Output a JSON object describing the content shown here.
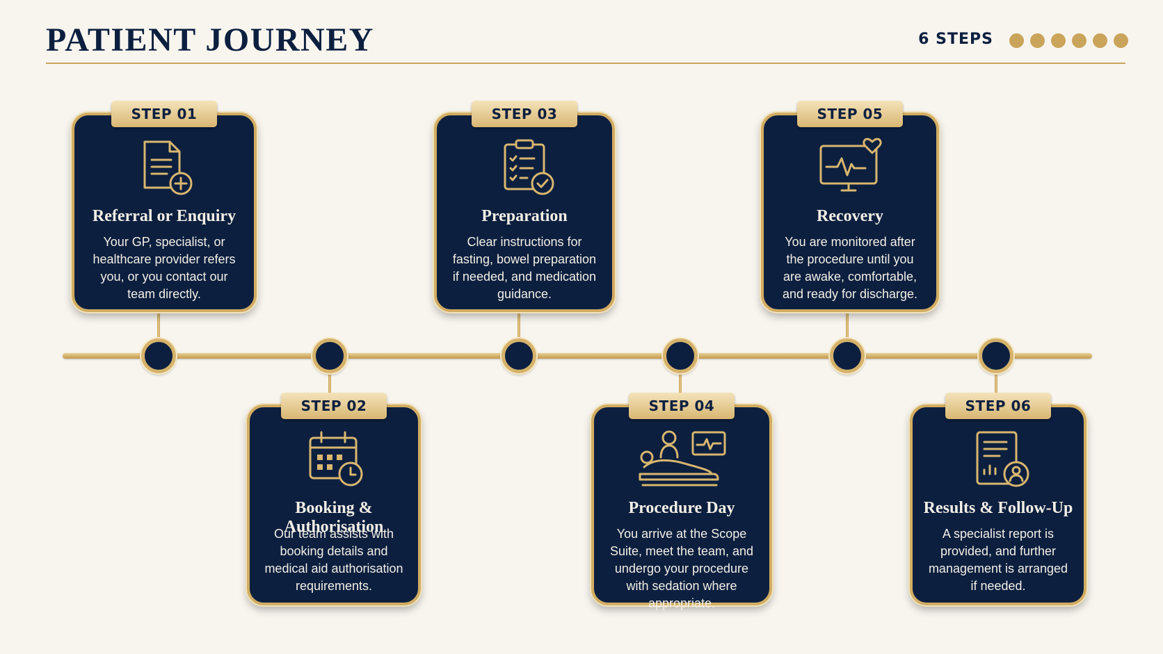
{
  "header": {
    "title": "PATIENT JOURNEY",
    "steps_count": "6 STEPS",
    "dot_count": 6
  },
  "colors": {
    "navy": "#0c1f3f",
    "gold": "#c9a45a",
    "background": "#f8f5ef"
  },
  "steps": [
    {
      "badge": "STEP 01",
      "icon": "document-plus-icon",
      "title": "Referral or Enquiry",
      "description": "Your GP, specialist, or healthcare provider refers you, or you contact our team directly."
    },
    {
      "badge": "STEP 02",
      "icon": "calendar-clock-icon",
      "title": "Booking & Authorisation",
      "description": "Our team assists with booking details and medical aid authorisation requirements."
    },
    {
      "badge": "STEP 03",
      "icon": "clipboard-check-icon",
      "title": "Preparation",
      "description": "Clear instructions for fasting, bowel preparation if needed, and medication guidance."
    },
    {
      "badge": "STEP 04",
      "icon": "patient-procedure-icon",
      "title": "Procedure Day",
      "description": "You arrive at the Scope Suite, meet the team, and undergo your procedure with sedation where appropriate."
    },
    {
      "badge": "STEP 05",
      "icon": "heart-monitor-icon",
      "title": "Recovery",
      "description": "You are monitored after the procedure until you are awake, comfortable, and ready for discharge."
    },
    {
      "badge": "STEP 06",
      "icon": "report-user-icon",
      "title": "Results & Follow-Up",
      "description": "A specialist report is provided, and further management is arranged if needed."
    }
  ]
}
